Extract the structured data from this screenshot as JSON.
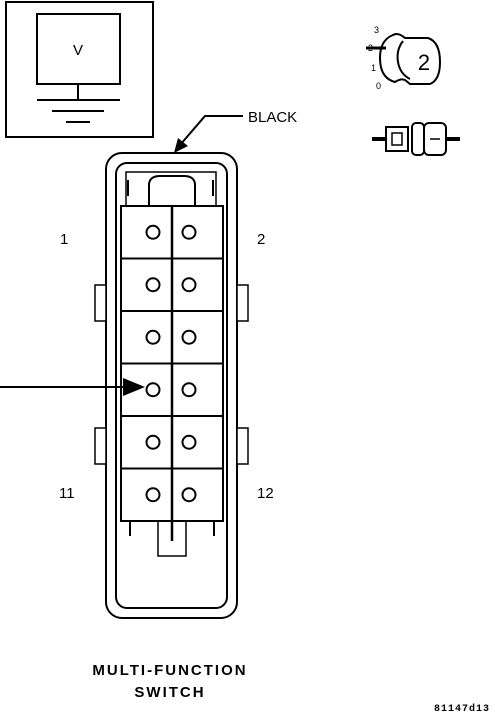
{
  "meter": {
    "label": "V"
  },
  "connector": {
    "color_label": "BLACK",
    "pin_labels": {
      "top_left": "1",
      "top_right": "2",
      "bottom_left": "11",
      "bottom_right": "12"
    },
    "rows": 6,
    "cols": 2,
    "probe_pin_row": 4,
    "probe_pin_col": 1
  },
  "ignition_key": {
    "position_labels": [
      "3",
      "2",
      "1",
      "0"
    ],
    "selected_position": "2"
  },
  "title": {
    "line1": "MULTI-FUNCTION",
    "line2": "SWITCH"
  },
  "figure_code": "81147d13"
}
